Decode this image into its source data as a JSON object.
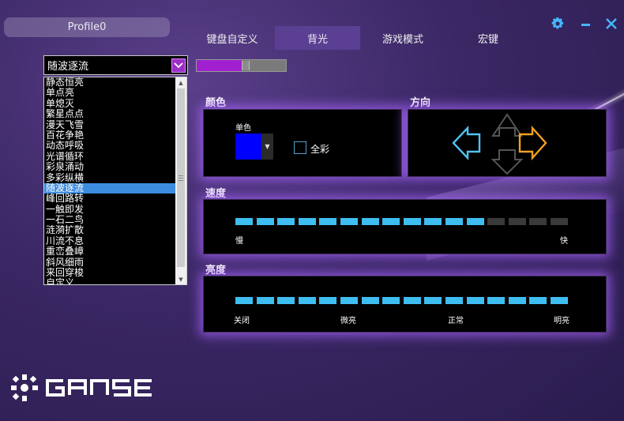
{
  "header": {
    "profile_name": "Profile0",
    "tabs": [
      {
        "label": "键盘自定义",
        "active": false
      },
      {
        "label": "背光",
        "active": true
      },
      {
        "label": "游戏模式",
        "active": false
      },
      {
        "label": "宏键",
        "active": false
      }
    ],
    "window_icons": [
      "gear-icon",
      "minimize-icon",
      "close-icon"
    ]
  },
  "effect": {
    "selected": "随波逐流",
    "top_slider_percent": 50,
    "options": [
      "静态恒亮",
      "单点亮",
      "单熄灭",
      "繁星点点",
      "漫天飞雪",
      "百花争艳",
      "动态呼吸",
      "光谱循环",
      "彩泉涌动",
      "多彩纵横",
      "随波逐流",
      "峰回路转",
      "一触即发",
      "一石二鸟",
      "涟漪扩散",
      "川流不息",
      "重峦叠嶂",
      "斜风细雨",
      "来回穿梭",
      "自定义"
    ]
  },
  "color_section": {
    "title": "颜色",
    "single_label": "单色",
    "single_color": "#0000ff",
    "full_color_label": "全彩"
  },
  "direction_section": {
    "title": "方向",
    "left_color": "#4ec3f0",
    "right_color": "#f0a020"
  },
  "speed_section": {
    "title": "速度",
    "min_label": "慢",
    "max_label": "快",
    "segments_total": 16,
    "level": 12
  },
  "brightness_section": {
    "title": "亮度",
    "labels": [
      "关闭",
      "微亮",
      "正常",
      "明亮"
    ],
    "segments_total": 16,
    "level": 16
  },
  "theme": {
    "accent": "#a020d0",
    "segment_on": "#3ebdf0",
    "panel_glow": "#aa64ff"
  }
}
